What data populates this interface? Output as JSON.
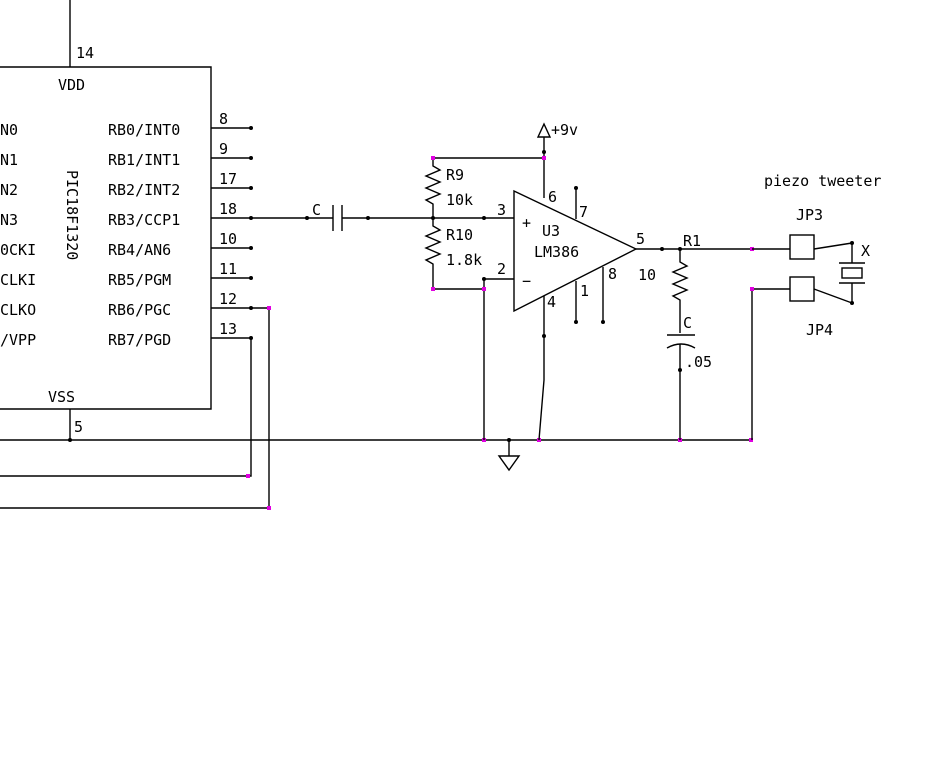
{
  "mcu": {
    "part": "PIC18F1320",
    "vdd": "VDD",
    "vss": "VSS",
    "vdd_pin": "14",
    "vss_pin": "5",
    "left_pins_partial": [
      "N0",
      "N1",
      "N2",
      "N3",
      "0CKI",
      "CLKI",
      "CLKO",
      "/VPP"
    ],
    "right_pins": [
      {
        "name": "RB0/INT0",
        "num": "8"
      },
      {
        "name": "RB1/INT1",
        "num": "9"
      },
      {
        "name": "RB2/INT2",
        "num": "17"
      },
      {
        "name": "RB3/CCP1",
        "num": "18"
      },
      {
        "name": "RB4/AN6",
        "num": "10"
      },
      {
        "name": "RB5/PGM",
        "num": "11"
      },
      {
        "name": "RB6/PGC",
        "num": "12"
      },
      {
        "name": "RB7/PGD",
        "num": "13"
      }
    ]
  },
  "cap_c1": {
    "ref": "C"
  },
  "r9": {
    "ref": "R9",
    "value": "10k"
  },
  "r10": {
    "ref": "R10",
    "value": "1.8k"
  },
  "supply": {
    "label": "+9v"
  },
  "amp": {
    "ref": "U3",
    "part": "LM386",
    "plus": "+",
    "minus": "−",
    "pins": {
      "p1": "1",
      "p2": "2",
      "p3": "3",
      "p4": "4",
      "p5": "5",
      "p6": "6",
      "p7": "7",
      "p8": "8"
    }
  },
  "r1": {
    "ref": "R1",
    "value": "10"
  },
  "cap_c2": {
    "ref": "C",
    "value": ".05"
  },
  "jp3": {
    "ref": "JP3"
  },
  "jp4": {
    "ref": "JP4"
  },
  "tweeter": {
    "label": "piezo tweeter",
    "ref": "X"
  }
}
